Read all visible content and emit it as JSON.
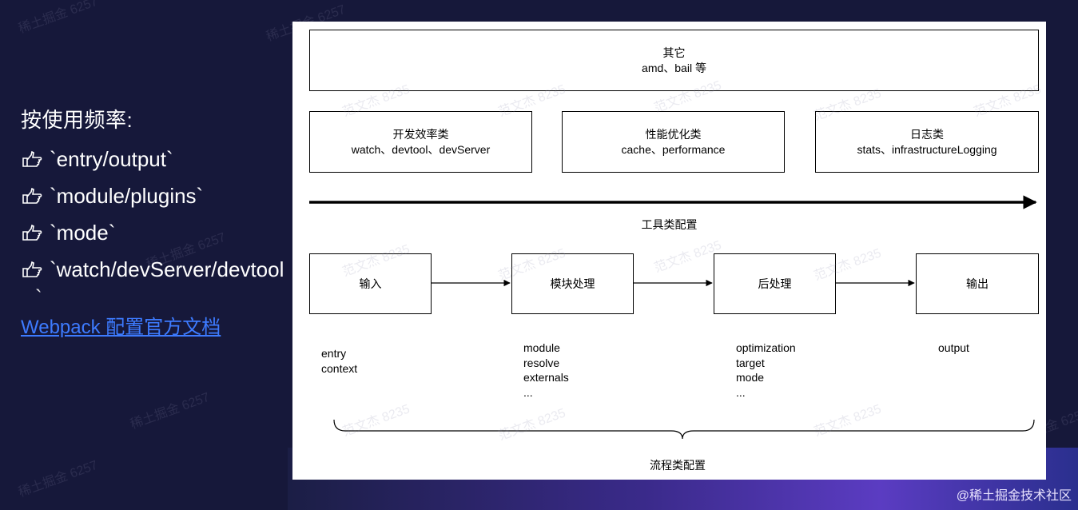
{
  "left": {
    "title": "按使用频率:",
    "items": [
      "`entry/output`",
      "`module/plugins`",
      "`mode`",
      "`watch/devServer/devtool"
    ],
    "trailing_tick": "`",
    "link": "Webpack 配置官方文档"
  },
  "diagram": {
    "other_box": {
      "title": "其它",
      "subtitle": "amd、bail 等"
    },
    "tool_boxes": [
      {
        "title": "开发效率类",
        "subtitle": "watch、devtool、devServer"
      },
      {
        "title": "性能优化类",
        "subtitle": "cache、performance"
      },
      {
        "title": "日志类",
        "subtitle": "stats、infrastructureLogging"
      }
    ],
    "tool_label": "工具类配置",
    "flow_boxes": [
      "输入",
      "模块处理",
      "后处理",
      "输出"
    ],
    "flow_details": [
      [
        "entry",
        "context"
      ],
      [
        "module",
        "resolve",
        "externals",
        "..."
      ],
      [
        "optimization",
        "target",
        "mode",
        "..."
      ],
      [
        "output"
      ]
    ],
    "flow_label": "流程类配置"
  },
  "watermarks": [
    "范文杰 8235",
    "稀土掘金 6257"
  ],
  "brand": "@稀土掘金技术社区"
}
